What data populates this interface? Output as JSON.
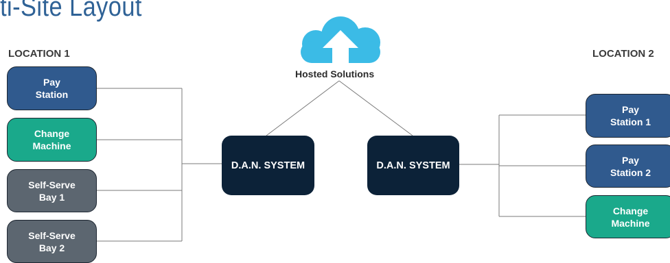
{
  "title": "lti-Site Layout",
  "location_left": {
    "label": "LOCATION 1"
  },
  "location_right": {
    "label": "LOCATION 2"
  },
  "hosted_label": "Hosted Solutions",
  "icons": {
    "cloud": "cloud-upload-icon"
  },
  "colors": {
    "title": "#2f6296",
    "pay_station": "#305a8e",
    "change_machine": "#1aa98b",
    "self_serve": "#5c6670",
    "dan_system": "#0c2238",
    "cloud": "#3bbbe6"
  },
  "left_devices": [
    {
      "label": "Pay\nStation"
    },
    {
      "label": "Change\nMachine"
    },
    {
      "label": "Self-Serve\nBay 1"
    },
    {
      "label": "Self-Serve\nBay 2"
    }
  ],
  "dan_left": {
    "label": "D.A.N. SYSTEM"
  },
  "dan_right": {
    "label": "D.A.N. SYSTEM"
  },
  "right_devices": [
    {
      "label": "Pay\nStation 1"
    },
    {
      "label": "Pay\nStation 2"
    },
    {
      "label": "Change\nMachine"
    }
  ]
}
